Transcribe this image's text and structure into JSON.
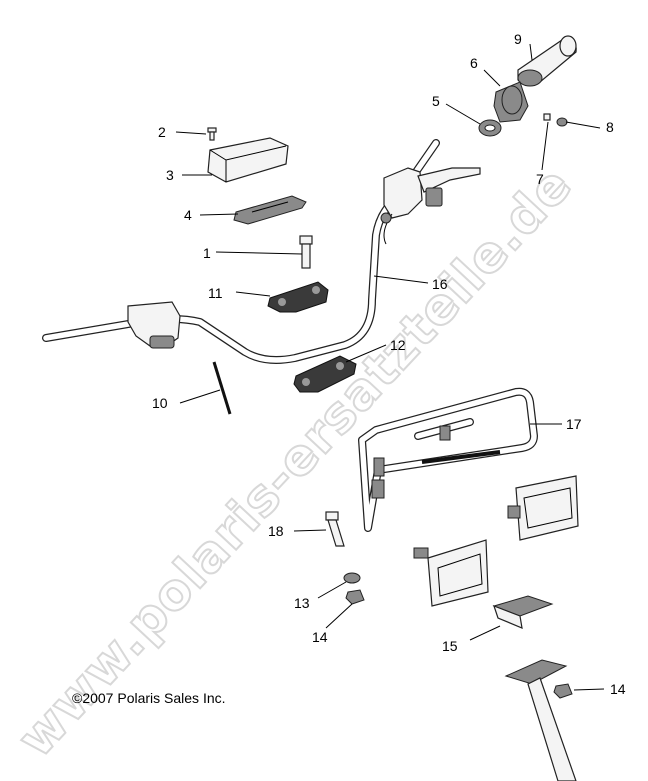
{
  "watermark": "www.polaris-ersatzteile.de",
  "copyright": "©2007 Polaris Sales Inc.",
  "callouts": [
    "1",
    "2",
    "3",
    "4",
    "5",
    "6",
    "7",
    "8",
    "9",
    "10",
    "11",
    "12",
    "13",
    "14",
    "14",
    "15",
    "16",
    "17",
    "18"
  ]
}
